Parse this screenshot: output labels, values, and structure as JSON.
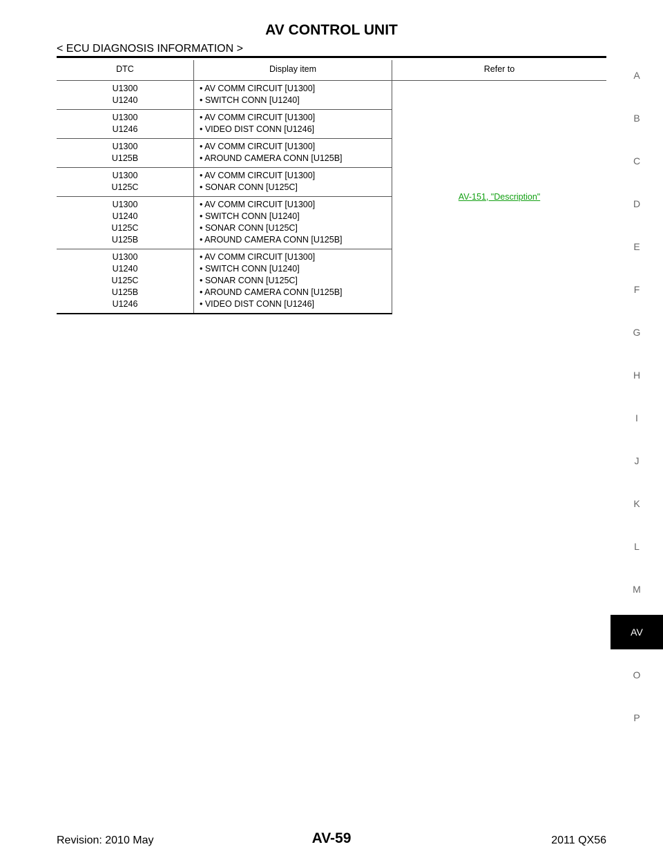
{
  "header": {
    "title": "AV CONTROL UNIT",
    "section": "< ECU DIAGNOSIS INFORMATION >"
  },
  "table": {
    "columns": [
      "DTC",
      "Display item",
      "Refer to"
    ],
    "refer_to": "AV-151, \"Description\"",
    "rows": [
      {
        "dtc": [
          "U1300",
          "U1240"
        ],
        "items": [
          "• AV COMM CIRCUIT [U1300]",
          "• SWITCH CONN [U1240]"
        ]
      },
      {
        "dtc": [
          "U1300",
          "U1246"
        ],
        "items": [
          "• AV COMM CIRCUIT [U1300]",
          "• VIDEO DIST CONN [U1246]"
        ]
      },
      {
        "dtc": [
          "U1300",
          "U125B"
        ],
        "items": [
          "• AV COMM CIRCUIT [U1300]",
          "• AROUND CAMERA CONN [U125B]"
        ]
      },
      {
        "dtc": [
          "U1300",
          "U125C"
        ],
        "items": [
          "• AV COMM CIRCUIT [U1300]",
          "• SONAR CONN [U125C]"
        ]
      },
      {
        "dtc": [
          "U1300",
          "U1240",
          "U125C",
          "U125B"
        ],
        "items": [
          "• AV COMM CIRCUIT [U1300]",
          "• SWITCH CONN [U1240]",
          "• SONAR CONN [U125C]",
          "• AROUND CAMERA CONN [U125B]"
        ]
      },
      {
        "dtc": [
          "U1300",
          "U1240",
          "U125C",
          "U125B",
          "U1246"
        ],
        "items": [
          "• AV COMM CIRCUIT [U1300]",
          "• SWITCH CONN [U1240]",
          "• SONAR CONN [U125C]",
          "• AROUND CAMERA CONN [U125B]",
          "• VIDEO DIST CONN [U1246]"
        ]
      }
    ]
  },
  "side_tabs": {
    "labels": [
      "A",
      "B",
      "C",
      "D",
      "E",
      "F",
      "G",
      "H",
      "I",
      "J",
      "K",
      "L",
      "M",
      "AV",
      "O",
      "P"
    ],
    "active": "AV"
  },
  "footer": {
    "revision": "Revision: 2010 May",
    "page": "AV-59",
    "model": "2011 QX56"
  }
}
